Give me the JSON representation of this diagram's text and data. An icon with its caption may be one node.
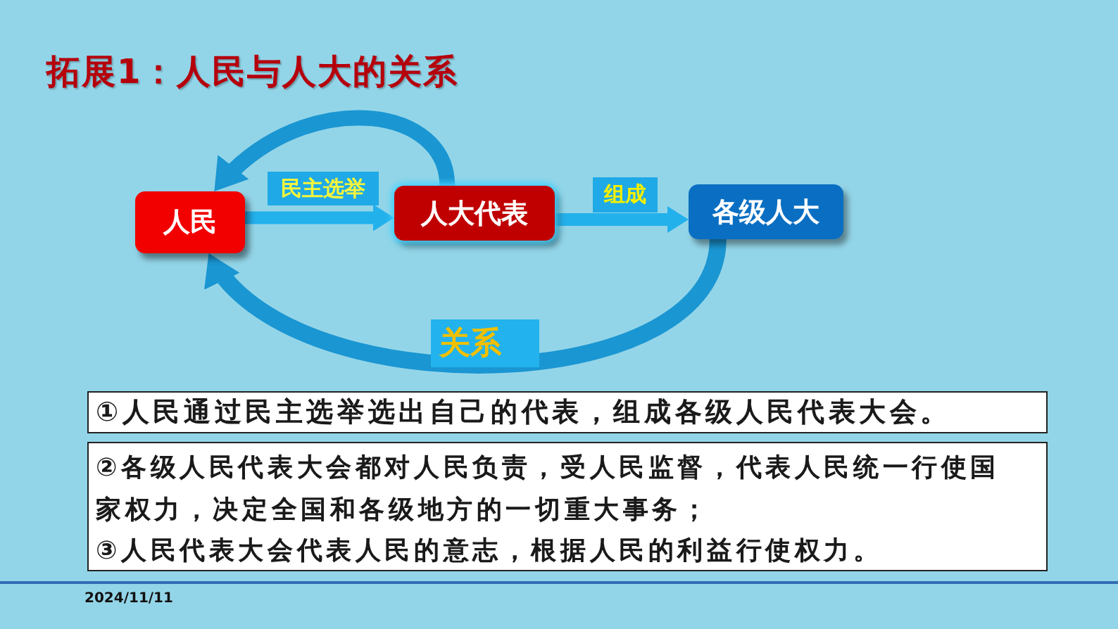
{
  "diagram": {
    "title": "拓展1：人民与人大的关系",
    "nodes": [
      {
        "text": [
          "人民"
        ]
      },
      {
        "text": [
          "人大代表"
        ]
      },
      {
        "text": [
          "各级人大"
        ]
      },
      {
        "text": [
          "①人民通过民主选举选出自己的代表，组成各级人民代表大会。"
        ]
      },
      {
        "text": [
          "②各级人民代表大会都对人民负责，受人民监督，代表人民统一行使国家权力，决定全国和各级地方的一切重大事务；",
          "③人民代表大会代表人民的意志，根据人民的利益行使权力。"
        ]
      }
    ],
    "edges": [
      {
        "from": 0,
        "to": 1,
        "arrow": "to",
        "label": "民主选举"
      },
      {
        "from": 1,
        "to": 2,
        "arrow": "to",
        "label": "组成"
      },
      {
        "from": 1,
        "to": 0,
        "arrow": "to"
      },
      {
        "from": 2,
        "to": 0,
        "arrow": "to",
        "label": "关系"
      }
    ],
    "labels": [
      "2024/11/11"
    ]
  }
}
